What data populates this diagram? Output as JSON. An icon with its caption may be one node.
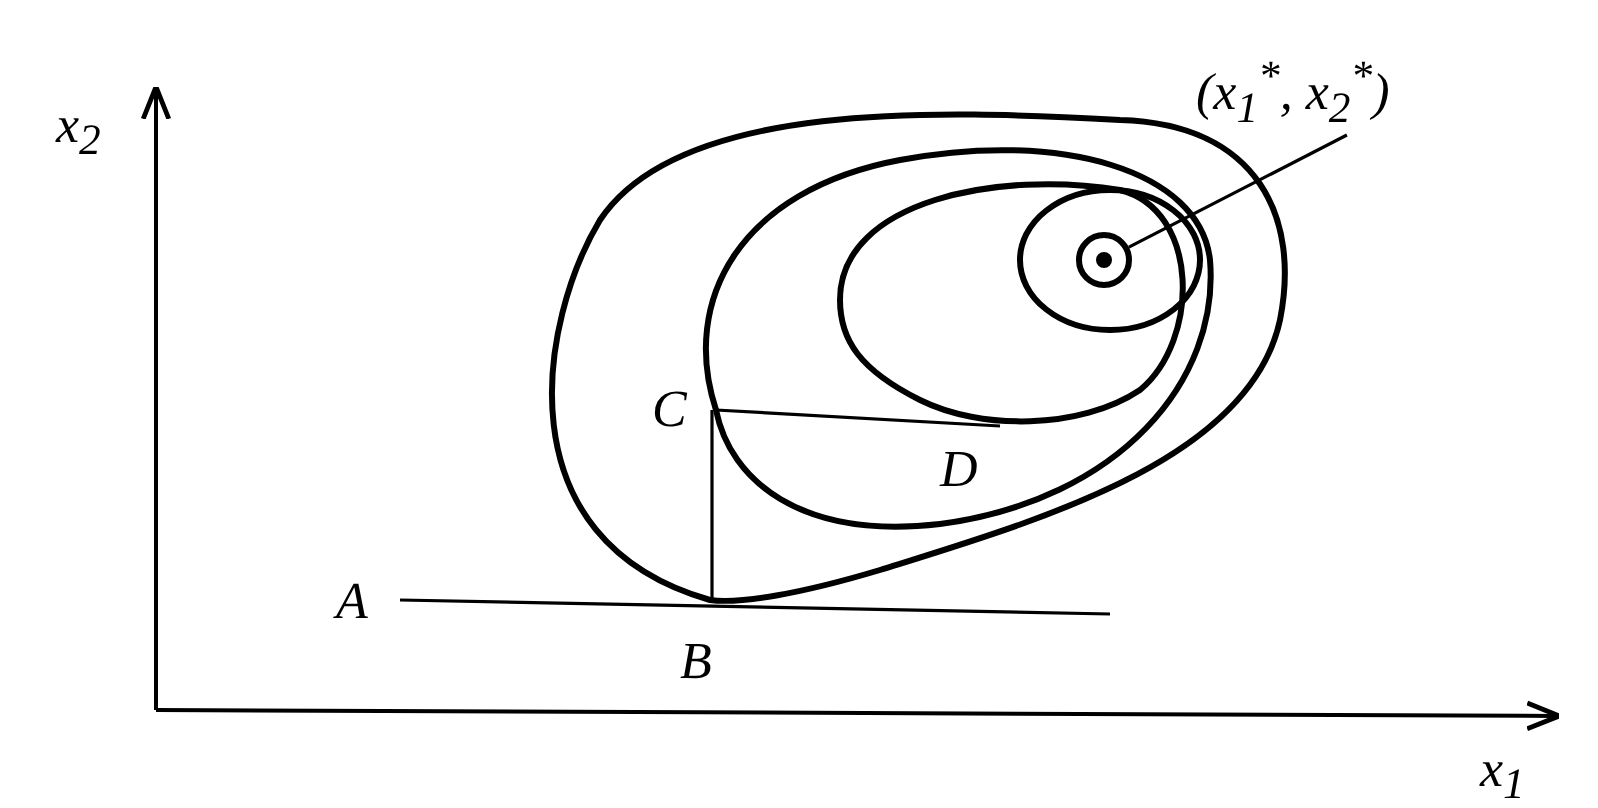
{
  "diagram": {
    "nodes": [
      {
        "text": [
          "(x$_{1}$$^{*}$, x$_{2}$$^{*}$)"
        ]
      },
      {
        "text": [],
        "shape": "circle"
      }
    ],
    "edges": [
      {
        "from": 0,
        "to": 1,
        "arrow": "none"
      }
    ],
    "labels": [
      "x$_{2}$",
      "C",
      "D",
      "A",
      "B",
      "x$_{1}$"
    ]
  }
}
